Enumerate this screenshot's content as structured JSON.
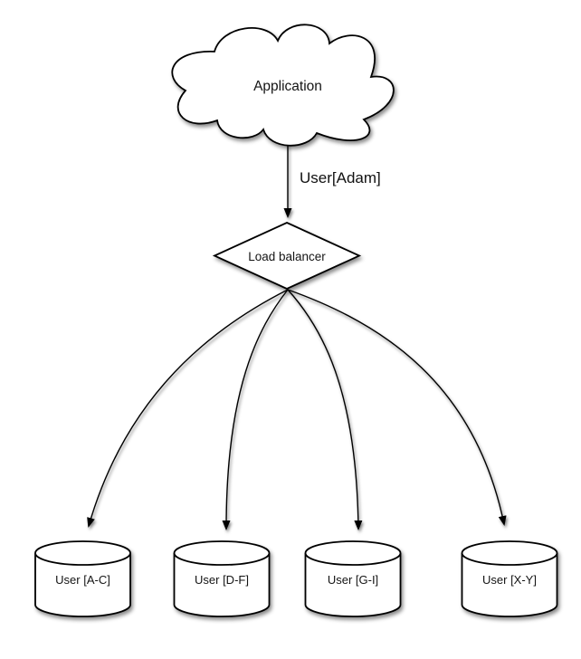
{
  "diagram": {
    "nodes": {
      "application": {
        "label": "Application",
        "shape": "cloud"
      },
      "load_balancer": {
        "label": "Load balancer",
        "shape": "diamond"
      },
      "shards": [
        {
          "label": "User [A-C]",
          "shape": "cylinder"
        },
        {
          "label": "User [D-F]",
          "shape": "cylinder"
        },
        {
          "label": "User [G-I]",
          "shape": "cylinder"
        },
        {
          "label": "User [X-Y]",
          "shape": "cylinder"
        }
      ]
    },
    "edges": {
      "app_to_lb": {
        "label": "User[Adam]"
      }
    },
    "colors": {
      "stroke": "#000000",
      "fill": "#ffffff",
      "text": "#141414",
      "background": "#ffffff"
    }
  }
}
